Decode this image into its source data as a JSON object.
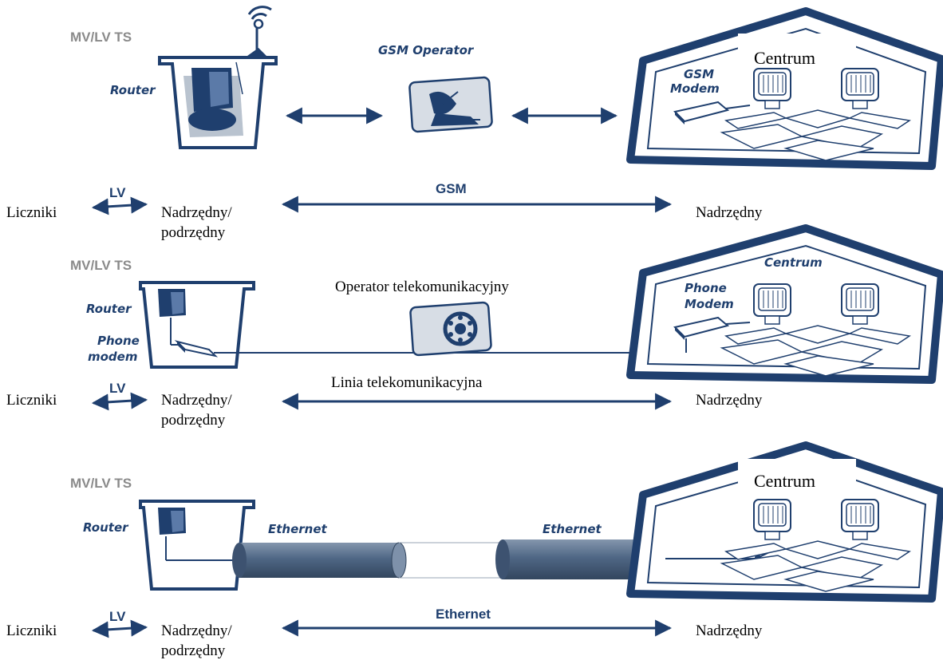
{
  "accent_color": "#1f3f6e",
  "panels": [
    {
      "site_label": "MV/LV TS",
      "router_label": "Router",
      "operator_label": "GSM Operator",
      "center_label": "Centrum",
      "center_modem_label_1": "GSM",
      "center_modem_label_2": "Modem",
      "link_label": "GSM",
      "left_label": "Liczniki",
      "lv_label": "LV",
      "middle_label_1": "Nadrzędny/",
      "middle_label_2": "podrzędny",
      "right_label": "Nadrzędny"
    },
    {
      "site_label": "MV/LV TS",
      "router_label": "Router",
      "modem_label_1": "Phone",
      "modem_label_2": "modem",
      "operator_label": "Operator telekomunikacyjny",
      "center_label": "Centrum",
      "center_modem_label_1": "Phone",
      "center_modem_label_2": "Modem",
      "link_label": "Linia telekomunikacyjna",
      "left_label": "Liczniki",
      "lv_label": "LV",
      "middle_label_1": "Nadrzędny/",
      "middle_label_2": "podrzędny",
      "right_label": "Nadrzędny"
    },
    {
      "site_label": "MV/LV TS",
      "router_label": "Router",
      "cable_label_left": "Ethernet",
      "cable_label_right": "Ethernet",
      "center_label": "Centrum",
      "link_label": "Ethernet",
      "left_label": "Liczniki",
      "lv_label": "LV",
      "middle_label_1": "Nadrzędny/",
      "middle_label_2": "podrzędny",
      "right_label": "Nadrzędny"
    }
  ]
}
